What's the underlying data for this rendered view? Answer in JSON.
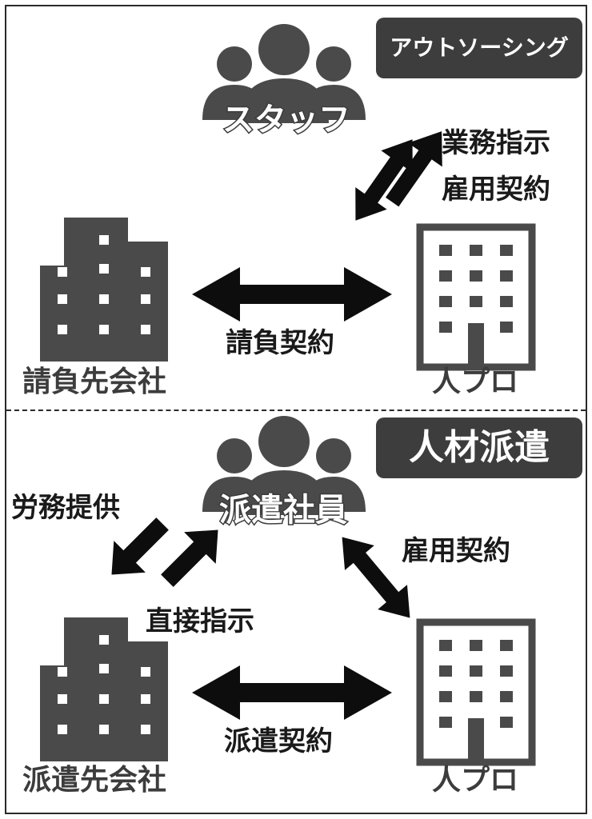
{
  "colors": {
    "icon": "#4a4a4a",
    "arrow": "#0d0d0d",
    "badge_bg": "#3d3d3d",
    "text": "#1a1a1a"
  },
  "outsourcing": {
    "title": "アウトソーシング",
    "staff_label": "スタッフ",
    "instruction_label": "業務指示",
    "employment_label": "雇用契約",
    "contract_label": "請負契約",
    "client_label": "請負先会社",
    "provider_label": "人プロ"
  },
  "dispatch": {
    "title": "人材派遣",
    "staff_label": "派遣社員",
    "labor_label": "労務提供",
    "direct_label": "直接指示",
    "employment_label": "雇用契約",
    "contract_label": "派遣契約",
    "client_label": "派遣先会社",
    "provider_label": "人プロ"
  }
}
